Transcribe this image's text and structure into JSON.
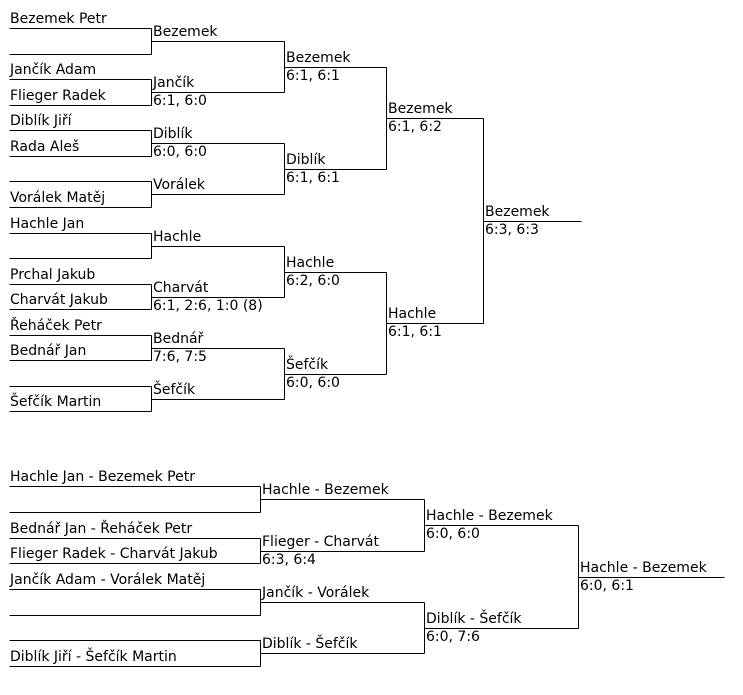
{
  "singles": {
    "r1": [
      "Bezemek Petr",
      "",
      "Jančík Adam",
      "Flieger Radek",
      "Diblík Jiří",
      "Rada Aleš",
      "",
      "Vorálek Matěj",
      "Hachle Jan",
      "",
      "Prchal Jakub",
      "Charvát Jakub",
      "Řeháček Petr",
      "Bednář Jan",
      "",
      "Šefčík Martin"
    ],
    "r2": [
      {
        "name": "Bezemek",
        "score": ""
      },
      {
        "name": "Jančík",
        "score": "6:1, 6:0"
      },
      {
        "name": "Diblík",
        "score": "6:0, 6:0"
      },
      {
        "name": "Vorálek",
        "score": ""
      },
      {
        "name": "Hachle",
        "score": ""
      },
      {
        "name": "Charvát",
        "score": "6:1, 2:6, 1:0 (8)"
      },
      {
        "name": "Bednář",
        "score": "7:6, 7:5"
      },
      {
        "name": "Šefčík",
        "score": ""
      }
    ],
    "r3": [
      {
        "name": "Bezemek",
        "score": "6:1, 6:1"
      },
      {
        "name": "Diblík",
        "score": "6:1, 6:1"
      },
      {
        "name": "Hachle",
        "score": "6:2, 6:0"
      },
      {
        "name": "Šefčík",
        "score": "6:0, 6:0"
      }
    ],
    "r4": [
      {
        "name": "Bezemek",
        "score": "6:1, 6:2"
      },
      {
        "name": "Hachle",
        "score": "6:1, 6:1"
      }
    ],
    "winner": {
      "name": "Bezemek",
      "score": "6:3, 6:3"
    }
  },
  "doubles": {
    "r1": [
      "Hachle Jan - Bezemek Petr",
      "",
      "Bednář Jan - Řeháček Petr",
      "Flieger Radek - Charvát Jakub",
      "Jančík Adam - Vorálek Matěj",
      "",
      "",
      "Diblík Jiří - Šefčík Martin"
    ],
    "r2": [
      {
        "name": "Hachle - Bezemek",
        "score": ""
      },
      {
        "name": "Flieger - Charvát",
        "score": "6:3, 6:4"
      },
      {
        "name": "Jančík - Vorálek",
        "score": ""
      },
      {
        "name": "Diblík - Šefčík",
        "score": ""
      }
    ],
    "r3": [
      {
        "name": "Hachle - Bezemek",
        "score": "6:0, 6:0"
      },
      {
        "name": "Diblík - Šefčík",
        "score": "6:0, 7:6"
      }
    ],
    "winner": {
      "name": "Hachle - Bezemek",
      "score": "6:0, 6:1"
    }
  }
}
